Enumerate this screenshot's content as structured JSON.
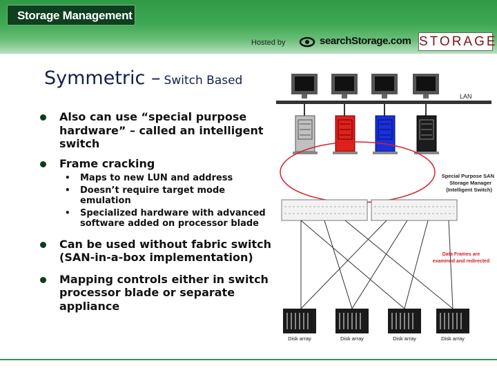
{
  "header": {
    "logo_text": "Storage Management",
    "hosted_by": "Hosted by",
    "hosted_logo": "searchStorage.com",
    "storage_logo": "STORAGE",
    "accent_color": "#2f9a46"
  },
  "slide": {
    "title_main": "Symmetric –",
    "title_sub": "Switch Based",
    "bullets": [
      {
        "text": "Also can use “special purpose hardware” – called an intelligent switch",
        "subs": []
      },
      {
        "text": "Frame cracking",
        "subs": [
          "Maps to new LUN and address",
          "Doesn’t require target mode emulation",
          "Specialized hardware with advanced software added on processor blade"
        ]
      },
      {
        "text": "Can be used without fabric switch (SAN-in-a-box implementation)",
        "subs": []
      },
      {
        "text": "Mapping controls either in switch processor blade or separate appliance",
        "subs": []
      }
    ]
  },
  "diagram": {
    "lan_label": "LAN",
    "switch_label_line1": "Special Purpose SAN",
    "switch_label_line2": "Storage Manager",
    "switch_label_line3": "(Intelligent Switch)",
    "frames_label_line1": "Data Frames are",
    "frames_label_line2": "examined and redirected",
    "disk_label": "Disk array",
    "server_colors": [
      "#c0c0c0",
      "#e0201c",
      "#1a2fd8",
      "#1c1c1c"
    ],
    "highlight_color": "#d4202a"
  }
}
